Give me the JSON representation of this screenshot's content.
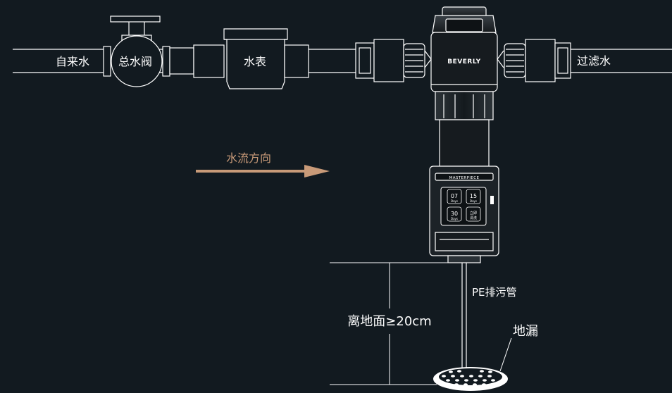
{
  "labels": {
    "tap_water": "自来水",
    "main_valve": "总水阀",
    "water_meter": "水表",
    "filtered_water": "过滤水",
    "flow_direction": "水流方向",
    "brand": "BEVERLY",
    "module_brand": "MASTERPIECE",
    "drain_pipe": "PE排污管",
    "height_requirement": "离地面≥20cm",
    "floor_drain": "地漏"
  },
  "buttons": [
    {
      "value": "07",
      "unit": "Days"
    },
    {
      "value": "15",
      "unit": "Days"
    },
    {
      "value": "30",
      "unit": "Days"
    },
    {
      "value": "立即",
      "unit": "清洗"
    }
  ],
  "colors": {
    "background": "#121a20",
    "line": "#ffffff",
    "arrow": "#c89a78",
    "device_body": "#1c2227"
  }
}
